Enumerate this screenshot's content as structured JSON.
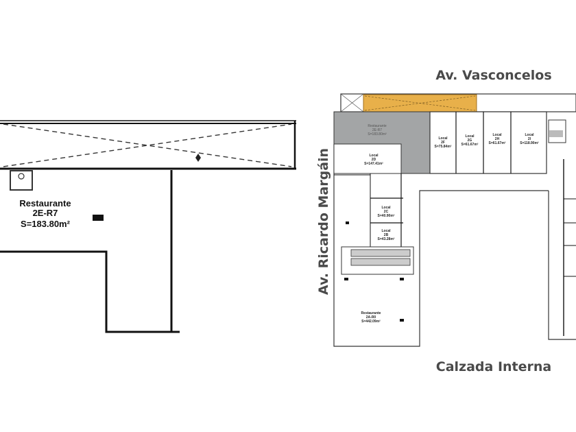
{
  "left_plan": {
    "unit": {
      "name": "Restaurante",
      "code": "2E-R7",
      "area": "S=183.80m²"
    }
  },
  "right_plan": {
    "streets": {
      "north": "Av. Vasconcelos",
      "west": "Av. Ricardo Margáin",
      "south": "Calzada Interna"
    },
    "highlight_color": "#e8b04a",
    "occupied_color": "#a3a5a6",
    "units": [
      {
        "name": "Restaurante",
        "code": "2E-R7",
        "area": "S=183.80m²"
      },
      {
        "name": "Local",
        "code": "2F",
        "area": "S=75.84m²"
      },
      {
        "name": "Local",
        "code": "2G",
        "area": "S=61.67m²"
      },
      {
        "name": "Local",
        "code": "2H",
        "area": "S=61.67m²"
      },
      {
        "name": "Local",
        "code": "2I",
        "area": "S=118.90m²"
      },
      {
        "name": "Local",
        "code": "2D",
        "area": "S=147.41m²"
      },
      {
        "name": "Local",
        "code": "2C",
        "area": "S=40.90m²"
      },
      {
        "name": "Local",
        "code": "2B",
        "area": "S=43.28m²"
      },
      {
        "name": "Restaurante",
        "code": "2A-R0",
        "area": "S=442.09m²"
      }
    ]
  }
}
